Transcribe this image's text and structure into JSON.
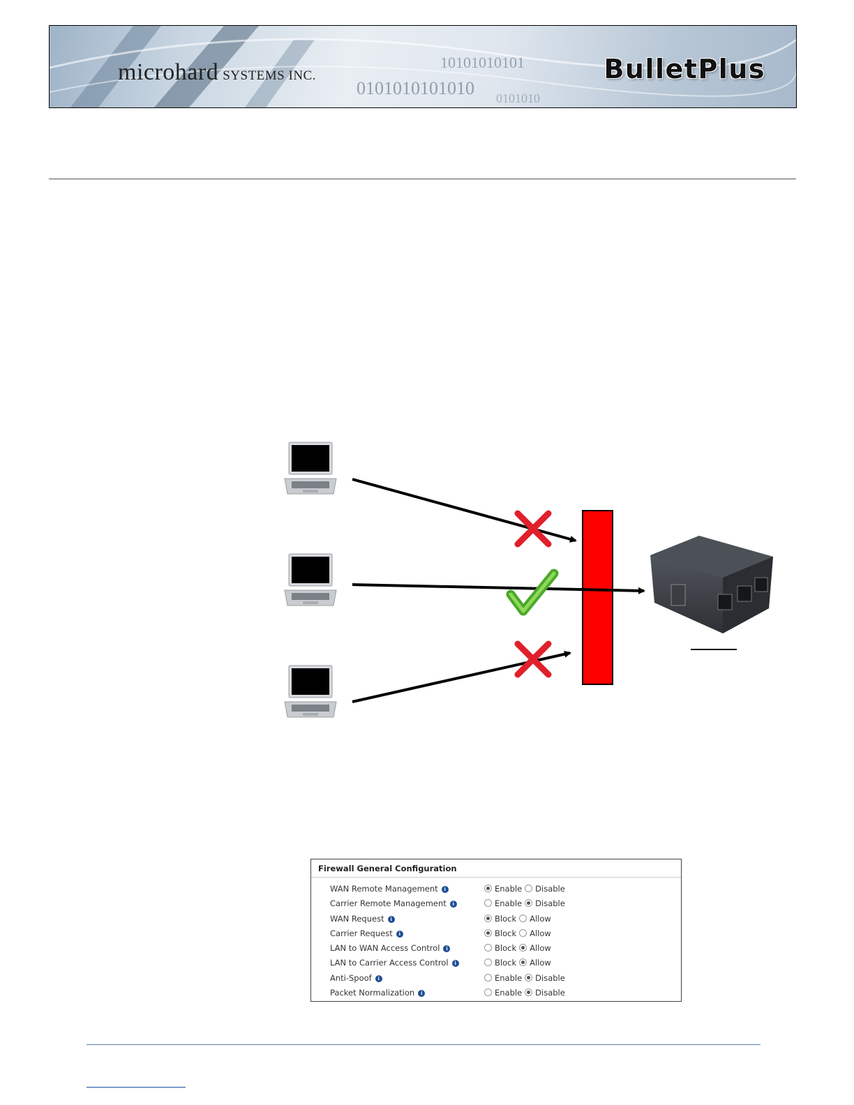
{
  "banner": {
    "company": "microhard",
    "company_suffix": "SYSTEMS INC.",
    "product": "BulletPlus"
  },
  "diagram": {
    "connections": [
      {
        "result": "blocked"
      },
      {
        "result": "allowed"
      },
      {
        "result": "blocked"
      }
    ],
    "colors": {
      "firewall": "#ff0000",
      "blocked": "#e0202a",
      "allowed": "#5bb52a"
    }
  },
  "firewall_panel": {
    "title": "Firewall General Configuration",
    "rows": [
      {
        "label": "WAN Remote Management",
        "option1": "Enable",
        "option2": "Disable",
        "selected": 1
      },
      {
        "label": "Carrier Remote Management",
        "option1": "Enable",
        "option2": "Disable",
        "selected": 2
      },
      {
        "label": "WAN Request",
        "option1": "Block",
        "option2": "Allow",
        "selected": 1
      },
      {
        "label": "Carrier Request",
        "option1": "Block",
        "option2": "Allow",
        "selected": 1
      },
      {
        "label": "LAN to WAN Access Control",
        "option1": "Block",
        "option2": "Allow",
        "selected": 2
      },
      {
        "label": "LAN to Carrier Access Control",
        "option1": "Block",
        "option2": "Allow",
        "selected": 2
      },
      {
        "label": "Anti-Spoof",
        "option1": "Enable",
        "option2": "Disable",
        "selected": 2
      },
      {
        "label": "Packet Normalization",
        "option1": "Enable",
        "option2": "Disable",
        "selected": 2
      }
    ]
  }
}
